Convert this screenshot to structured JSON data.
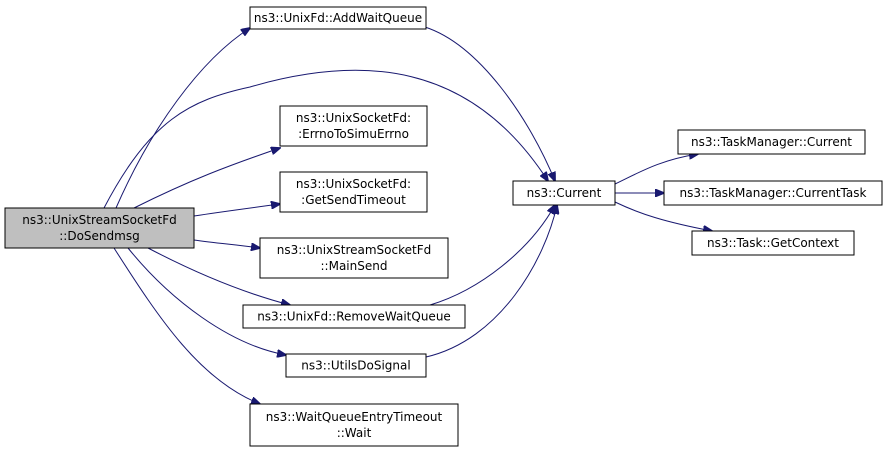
{
  "graph": {
    "colors": {
      "edge": "#191970",
      "root_fill": "#bfbfbf",
      "node_fill": "#ffffff",
      "border": "#000000"
    },
    "nodes": [
      {
        "id": "root",
        "lines": [
          "ns3::UnixStreamSocketFd",
          "::DoSendmsg"
        ],
        "root": true
      },
      {
        "id": "addwait",
        "lines": [
          "ns3::UnixFd::AddWaitQueue"
        ]
      },
      {
        "id": "errno",
        "lines": [
          "ns3::UnixSocketFd:",
          ":ErrnoToSimuErrno"
        ]
      },
      {
        "id": "sendtimeout",
        "lines": [
          "ns3::UnixSocketFd:",
          ":GetSendTimeout"
        ]
      },
      {
        "id": "mainsend",
        "lines": [
          "ns3::UnixStreamSocketFd",
          "::MainSend"
        ]
      },
      {
        "id": "removewait",
        "lines": [
          "ns3::UnixFd::RemoveWaitQueue"
        ]
      },
      {
        "id": "utilsdosignal",
        "lines": [
          "ns3::UtilsDoSignal"
        ]
      },
      {
        "id": "wait",
        "lines": [
          "ns3::WaitQueueEntryTimeout",
          "::Wait"
        ]
      },
      {
        "id": "current",
        "lines": [
          "ns3::Current"
        ]
      },
      {
        "id": "tmcurrent",
        "lines": [
          "ns3::TaskManager::Current"
        ]
      },
      {
        "id": "tmcurrenttask",
        "lines": [
          "ns3::TaskManager::CurrentTask"
        ]
      },
      {
        "id": "getcontext",
        "lines": [
          "ns3::Task::GetContext"
        ]
      }
    ],
    "edges": [
      [
        "root",
        "addwait"
      ],
      [
        "root",
        "current"
      ],
      [
        "root",
        "errno"
      ],
      [
        "root",
        "sendtimeout"
      ],
      [
        "root",
        "mainsend"
      ],
      [
        "root",
        "removewait"
      ],
      [
        "root",
        "utilsdosignal"
      ],
      [
        "root",
        "wait"
      ],
      [
        "addwait",
        "current"
      ],
      [
        "removewait",
        "current"
      ],
      [
        "utilsdosignal",
        "current"
      ],
      [
        "current",
        "tmcurrent"
      ],
      [
        "current",
        "tmcurrenttask"
      ],
      [
        "current",
        "getcontext"
      ]
    ]
  }
}
